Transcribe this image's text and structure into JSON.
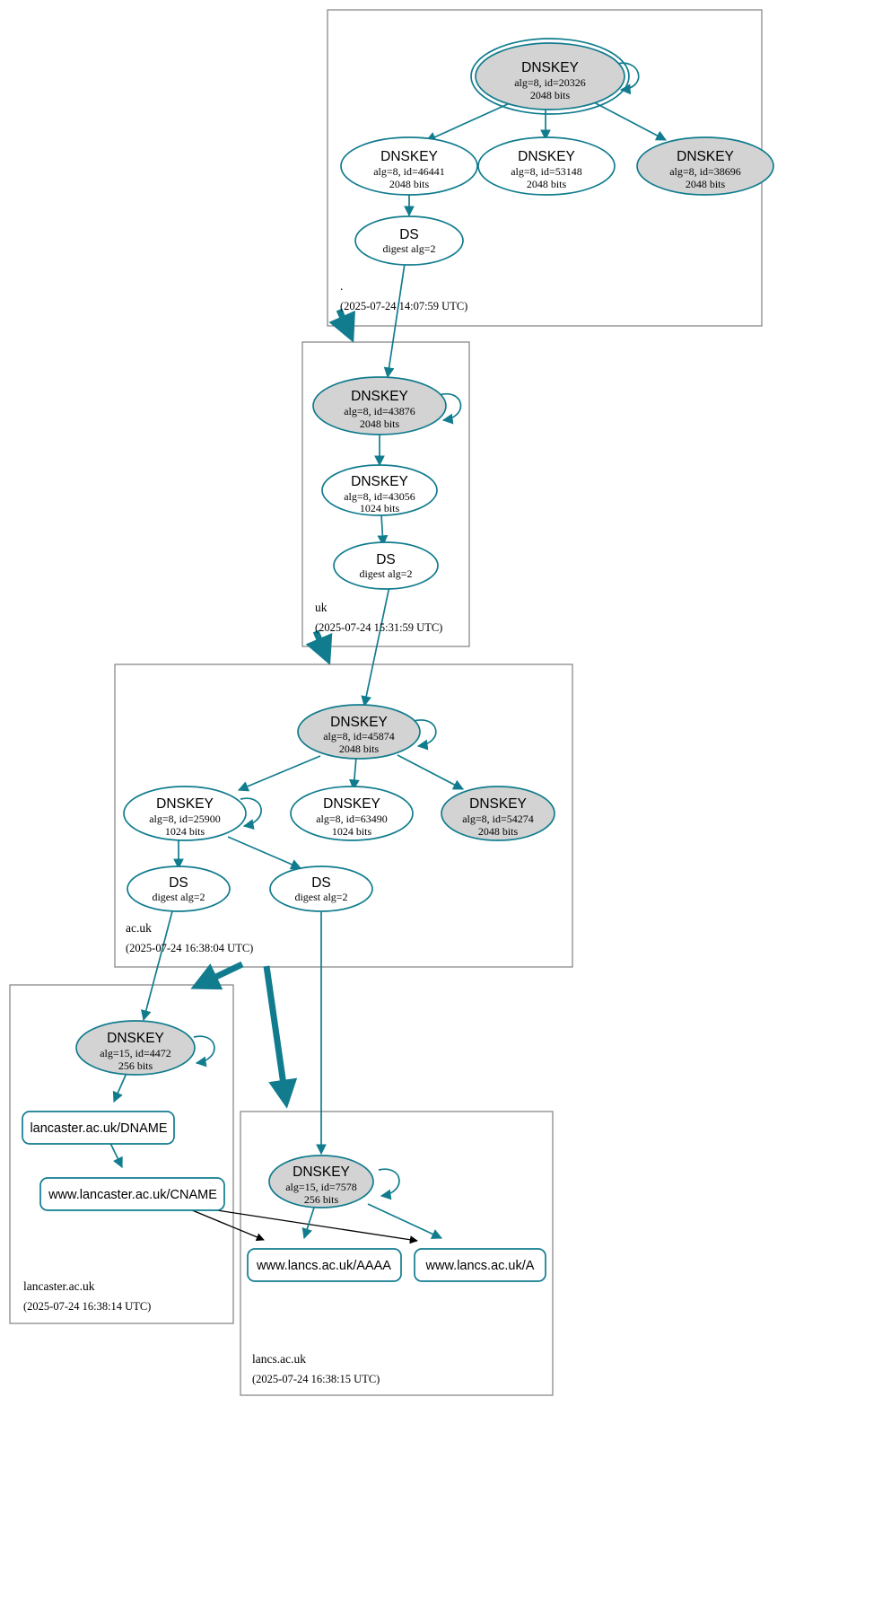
{
  "diagram": {
    "title": "DNSSEC authentication chain",
    "colors": {
      "accent": "#117c8e",
      "secure_key_fill": "#d3d3d3",
      "node_fill": "#ffffff",
      "zone_border": "#808080",
      "plain_edge": "#000000"
    }
  },
  "zones": [
    {
      "id": "root",
      "name": ".",
      "timestamp": "(2025-07-24 14:07:59 UTC)",
      "nodes": [
        {
          "id": "r-ksk",
          "type": "DNSKEY",
          "title": "DNSKEY",
          "line2": "alg=8, id=20326",
          "line3": "2048 bits",
          "trust_anchor": true,
          "secure": true
        },
        {
          "id": "r-zsk1",
          "type": "DNSKEY",
          "title": "DNSKEY",
          "line2": "alg=8, id=46441",
          "line3": "2048 bits",
          "trust_anchor": false,
          "secure": false
        },
        {
          "id": "r-zsk2",
          "type": "DNSKEY",
          "title": "DNSKEY",
          "line2": "alg=8, id=53148",
          "line3": "2048 bits",
          "trust_anchor": false,
          "secure": false
        },
        {
          "id": "r-zsk3",
          "type": "DNSKEY",
          "title": "DNSKEY",
          "line2": "alg=8, id=38696",
          "line3": "2048 bits",
          "trust_anchor": false,
          "secure": true
        },
        {
          "id": "r-ds",
          "type": "DS",
          "title": "DS",
          "line2": "digest alg=2",
          "line3": "",
          "trust_anchor": false,
          "secure": false
        }
      ]
    },
    {
      "id": "uk",
      "name": "uk",
      "timestamp": "(2025-07-24 15:31:59 UTC)",
      "nodes": [
        {
          "id": "uk-ksk",
          "type": "DNSKEY",
          "title": "DNSKEY",
          "line2": "alg=8, id=43876",
          "line3": "2048 bits",
          "secure": true
        },
        {
          "id": "uk-zsk",
          "type": "DNSKEY",
          "title": "DNSKEY",
          "line2": "alg=8, id=43056",
          "line3": "1024 bits",
          "secure": false
        },
        {
          "id": "uk-ds",
          "type": "DS",
          "title": "DS",
          "line2": "digest alg=2",
          "line3": "",
          "secure": false
        }
      ]
    },
    {
      "id": "acuk",
      "name": "ac.uk",
      "timestamp": "(2025-07-24 16:38:04 UTC)",
      "nodes": [
        {
          "id": "ac-ksk",
          "type": "DNSKEY",
          "title": "DNSKEY",
          "line2": "alg=8, id=45874",
          "line3": "2048 bits",
          "secure": true
        },
        {
          "id": "ac-zsk1",
          "type": "DNSKEY",
          "title": "DNSKEY",
          "line2": "alg=8, id=25900",
          "line3": "1024 bits",
          "secure": false
        },
        {
          "id": "ac-zsk2",
          "type": "DNSKEY",
          "title": "DNSKEY",
          "line2": "alg=8, id=63490",
          "line3": "1024 bits",
          "secure": false
        },
        {
          "id": "ac-zsk3",
          "type": "DNSKEY",
          "title": "DNSKEY",
          "line2": "alg=8, id=54274",
          "line3": "2048 bits",
          "secure": true
        },
        {
          "id": "ac-ds1",
          "type": "DS",
          "title": "DS",
          "line2": "digest alg=2",
          "line3": "",
          "secure": false
        },
        {
          "id": "ac-ds2",
          "type": "DS",
          "title": "DS",
          "line2": "digest alg=2",
          "line3": "",
          "secure": false
        }
      ]
    },
    {
      "id": "lancaster",
      "name": "lancaster.ac.uk",
      "timestamp": "(2025-07-24 16:38:14 UTC)",
      "nodes": [
        {
          "id": "lan-ksk",
          "type": "DNSKEY",
          "title": "DNSKEY",
          "line2": "alg=15, id=4472",
          "line3": "256 bits",
          "secure": true
        },
        {
          "id": "lan-dname",
          "type": "RRSET",
          "label": "lancaster.ac.uk/DNAME"
        },
        {
          "id": "lan-cname",
          "type": "RRSET",
          "label": "www.lancaster.ac.uk/CNAME"
        }
      ]
    },
    {
      "id": "lancs",
      "name": "lancs.ac.uk",
      "timestamp": "(2025-07-24 16:38:15 UTC)",
      "nodes": [
        {
          "id": "lancs-ksk",
          "type": "DNSKEY",
          "title": "DNSKEY",
          "line2": "alg=15, id=7578",
          "line3": "256 bits",
          "secure": true
        },
        {
          "id": "lancs-aaaa",
          "type": "RRSET",
          "label": "www.lancs.ac.uk/AAAA"
        },
        {
          "id": "lancs-a",
          "type": "RRSET",
          "label": "www.lancs.ac.uk/A"
        }
      ]
    }
  ]
}
